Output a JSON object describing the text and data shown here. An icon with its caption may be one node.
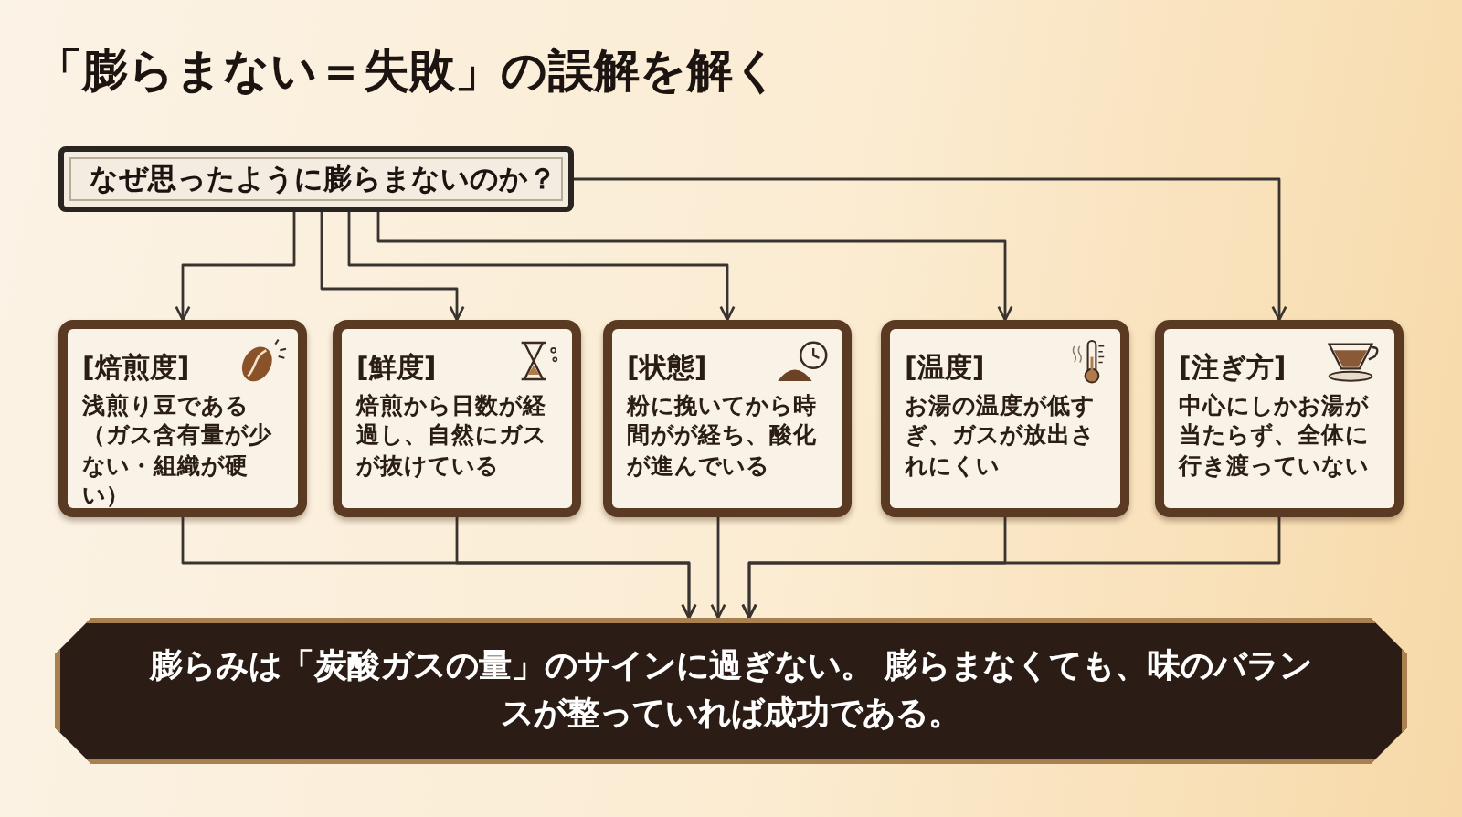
{
  "diagram": {
    "title": "「膨らまない＝失敗」の誤解を解く",
    "nodes": [
      {
        "text": [
          "なぜ思ったように膨らまないのか？"
        ]
      },
      {
        "text": [
          "[焙煎度]",
          "浅煎り豆である（ガス含有量が少ない・組織が硬い）"
        ]
      },
      {
        "text": [
          "[鮮度]",
          "焙煎から日数が経過し、自然にガスが抜けている"
        ]
      },
      {
        "text": [
          "[状態]",
          "粉に挽いてから時間がが経ち、酸化が進んでいる"
        ]
      },
      {
        "text": [
          "[温度]",
          "お湯の温度が低すぎ、ガスが放出されにくい"
        ]
      },
      {
        "text": [
          "[注ぎ方]",
          "中心にしかお湯が当たらず、全体に行き渡っていない"
        ]
      },
      {
        "text": [
          "膨らみは「炭酸ガスの量」のサインに過ぎない。 膨らまなくても、味のバランスが整っていれば成功である。"
        ]
      }
    ],
    "edges": [
      {
        "from": 0,
        "to": 1,
        "arrow": "to"
      },
      {
        "from": 0,
        "to": 2,
        "arrow": "to"
      },
      {
        "from": 0,
        "to": 3,
        "arrow": "to"
      },
      {
        "from": 0,
        "to": 4,
        "arrow": "to"
      },
      {
        "from": 0,
        "to": 5,
        "arrow": "to"
      },
      {
        "from": 1,
        "to": 6,
        "arrow": "to"
      },
      {
        "from": 2,
        "to": 6,
        "arrow": "to"
      },
      {
        "from": 3,
        "to": 6,
        "arrow": "to"
      },
      {
        "from": 4,
        "to": 6,
        "arrow": "to"
      },
      {
        "from": 5,
        "to": 6,
        "arrow": "to"
      }
    ]
  }
}
